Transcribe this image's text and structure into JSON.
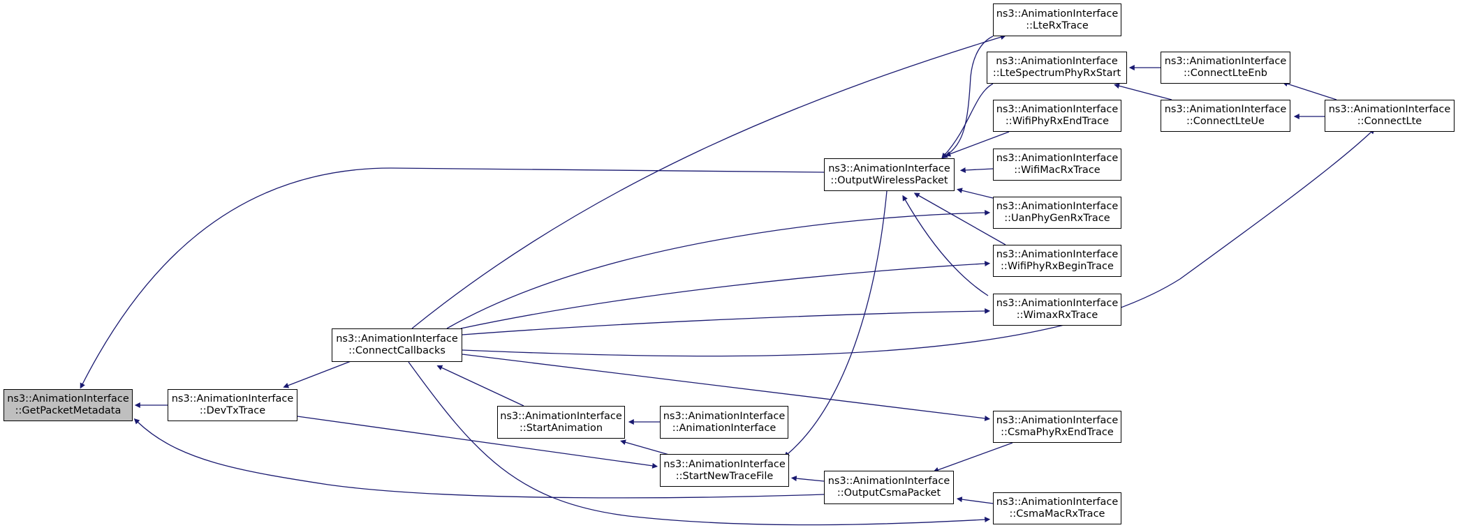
{
  "colors": {
    "edge": "#191970",
    "node_border": "#000000",
    "focus_fill": "#bfbfbf"
  },
  "nodes": {
    "getpacketmetadata": {
      "l1": "ns3::AnimationInterface",
      "l2": "::GetPacketMetadata"
    },
    "devtxtrace": {
      "l1": "ns3::AnimationInterface",
      "l2": "::DevTxTrace"
    },
    "connectcallbacks": {
      "l1": "ns3::AnimationInterface",
      "l2": "::ConnectCallbacks"
    },
    "startanimation": {
      "l1": "ns3::AnimationInterface",
      "l2": "::StartAnimation"
    },
    "animationinterface": {
      "l1": "ns3::AnimationInterface",
      "l2": "::AnimationInterface"
    },
    "startnewtracefile": {
      "l1": "ns3::AnimationInterface",
      "l2": "::StartNewTraceFile"
    },
    "outputwirelesspacket": {
      "l1": "ns3::AnimationInterface",
      "l2": "::OutputWirelessPacket"
    },
    "outputcsmapacket": {
      "l1": "ns3::AnimationInterface",
      "l2": "::OutputCsmaPacket"
    },
    "lterxtrace": {
      "l1": "ns3::AnimationInterface",
      "l2": "::LteRxTrace"
    },
    "ltespectrumphyrxstart": {
      "l1": "ns3::AnimationInterface",
      "l2": "::LteSpectrumPhyRxStart"
    },
    "wifiphyrxendtrace": {
      "l1": "ns3::AnimationInterface",
      "l2": "::WifiPhyRxEndTrace"
    },
    "wifimacrxtrace": {
      "l1": "ns3::AnimationInterface",
      "l2": "::WifiMacRxTrace"
    },
    "uanphygenrxtrace": {
      "l1": "ns3::AnimationInterface",
      "l2": "::UanPhyGenRxTrace"
    },
    "wifiphyrxbegintrace": {
      "l1": "ns3::AnimationInterface",
      "l2": "::WifiPhyRxBeginTrace"
    },
    "wimaxrxtrace": {
      "l1": "ns3::AnimationInterface",
      "l2": "::WimaxRxTrace"
    },
    "csmaphyrxendtrace": {
      "l1": "ns3::AnimationInterface",
      "l2": "::CsmaPhyRxEndTrace"
    },
    "csmamacrxtrace": {
      "l1": "ns3::AnimationInterface",
      "l2": "::CsmaMacRxTrace"
    },
    "connectlteenb": {
      "l1": "ns3::AnimationInterface",
      "l2": "::ConnectLteEnb"
    },
    "connectlteue": {
      "l1": "ns3::AnimationInterface",
      "l2": "::ConnectLteUe"
    },
    "connectlte": {
      "l1": "ns3::AnimationInterface",
      "l2": "::ConnectLte"
    }
  }
}
